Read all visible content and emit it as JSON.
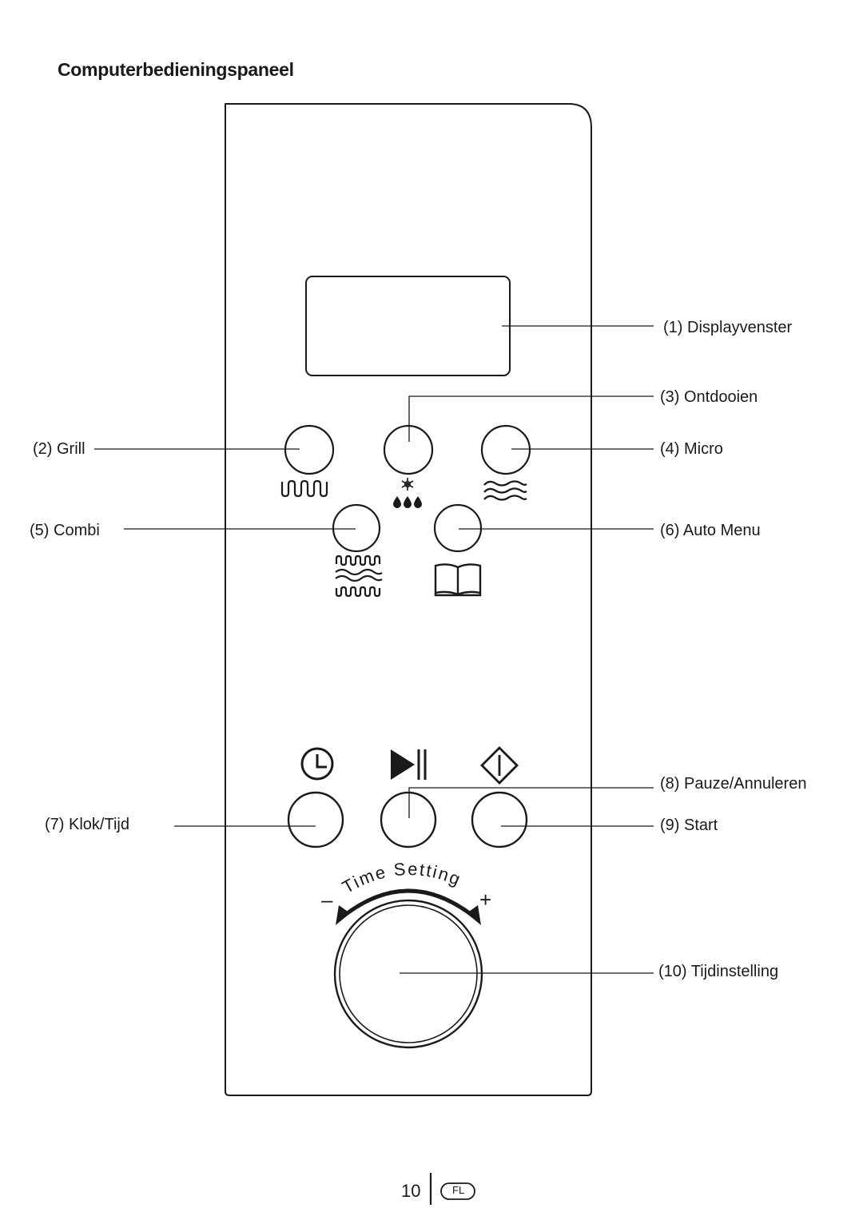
{
  "title": "Computerbedieningspaneel",
  "labels": {
    "display": "(1) Displayvenster",
    "grill": "(2) Grill",
    "defrost": "(3) Ontdooien",
    "micro": "(4) Micro",
    "combi": "(5) Combi",
    "auto_menu": "(6) Auto Menu",
    "clock": "(7) Klok/Tijd",
    "pause": "(8) Pauze/Annuleren",
    "start": "(9) Start",
    "time_dial": "(10) Tijdinstelling"
  },
  "dial": {
    "arc_text": "Time Setting",
    "minus": "–",
    "plus": "+"
  },
  "footer": {
    "page_number": "10",
    "language_code": "FL"
  },
  "icons": {
    "grill": "grill-icon",
    "defrost": "defrost-icon",
    "micro": "microwave-icon",
    "combi": "combi-icon",
    "auto_menu": "book-icon",
    "clock": "clock-icon",
    "pause": "play-pause-icon",
    "start": "start-icon"
  }
}
